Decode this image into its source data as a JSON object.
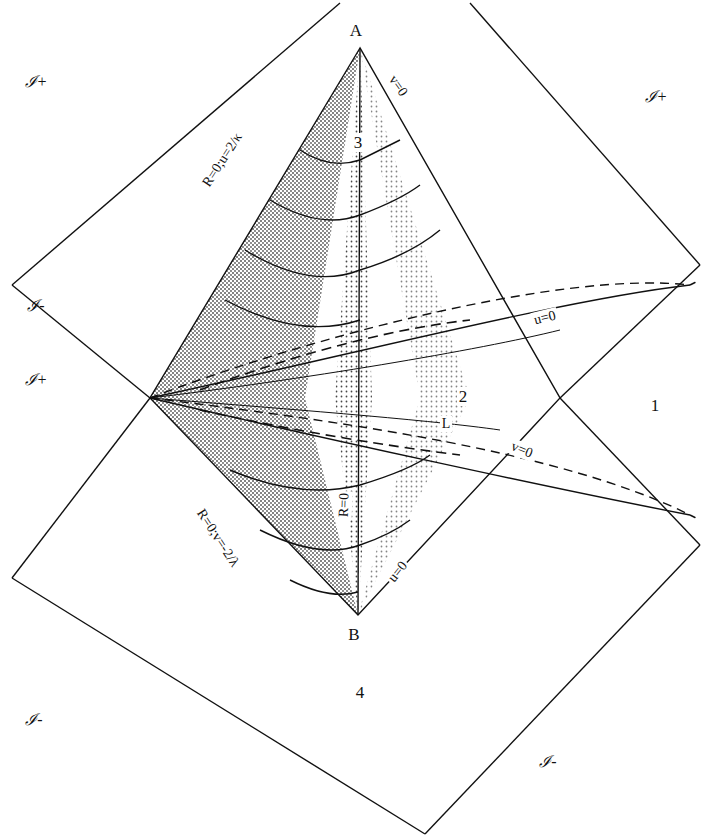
{
  "diagram": {
    "labels": [
      "ℐ+",
      "ℐ+",
      "3",
      "A",
      "v=0",
      "R=0;u=2/κ",
      "ℐ-",
      "u=0",
      "2",
      "ℐ+",
      "L",
      "1",
      "v=0",
      "R=0;v=-2/λ",
      "R=0",
      "u=0",
      "B",
      "4",
      "ℐ-",
      "ℐ-"
    ]
  }
}
